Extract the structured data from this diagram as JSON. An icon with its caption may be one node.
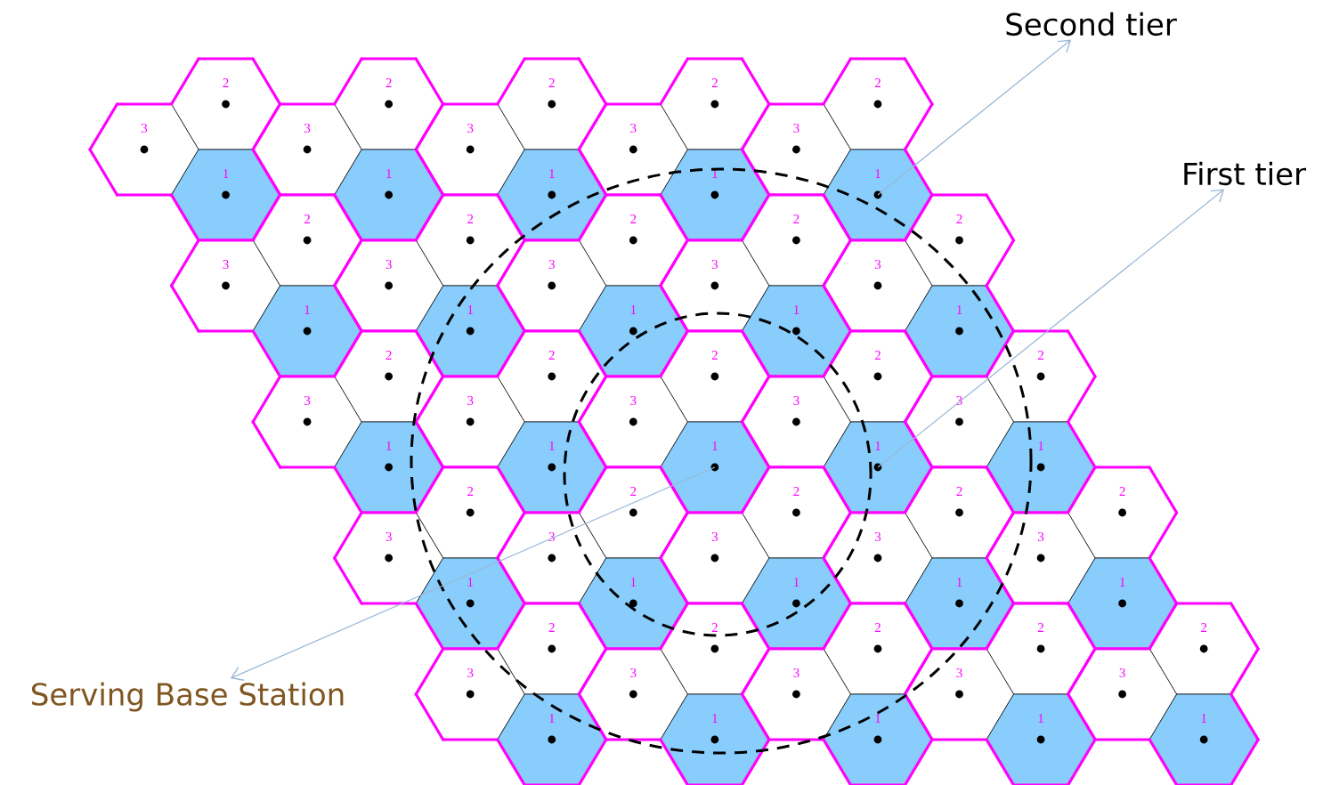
{
  "diagram": {
    "nodes": [
      {
        "text": [
          "Second tier"
        ]
      },
      {
        "text": [
          "First tier"
        ]
      },
      {
        "text": [
          "2"
        ]
      },
      {
        "text": [
          "2"
        ]
      },
      {
        "text": [
          "2"
        ]
      },
      {
        "text": [
          "2"
        ]
      },
      {
        "text": [
          "2"
        ]
      },
      {
        "text": [
          "3"
        ]
      },
      {
        "text": [
          "3"
        ]
      },
      {
        "text": [
          "3"
        ]
      },
      {
        "text": [
          "3"
        ]
      },
      {
        "text": [
          "3"
        ]
      },
      {
        "text": [
          "1"
        ]
      },
      {
        "text": [
          "1"
        ]
      },
      {
        "text": [
          "1"
        ]
      },
      {
        "text": [
          "1"
        ]
      },
      {
        "text": [
          "1"
        ]
      },
      {
        "text": [
          "2"
        ]
      },
      {
        "text": [
          "2"
        ]
      },
      {
        "text": [
          "2"
        ]
      },
      {
        "text": [
          "2"
        ]
      },
      {
        "text": [
          "2"
        ]
      },
      {
        "text": [
          "3"
        ]
      },
      {
        "text": [
          "3"
        ]
      },
      {
        "text": [
          "3"
        ]
      },
      {
        "text": [
          "3"
        ]
      },
      {
        "text": [
          "3"
        ]
      },
      {
        "text": [
          "1"
        ]
      },
      {
        "text": [
          "1"
        ]
      },
      {
        "text": [
          "1"
        ]
      },
      {
        "text": [
          "1"
        ]
      },
      {
        "text": [
          "1"
        ]
      },
      {
        "text": [
          "2"
        ]
      },
      {
        "text": [
          "2"
        ]
      },
      {
        "text": [
          "2"
        ]
      },
      {
        "text": [
          "2"
        ]
      },
      {
        "text": [
          "2"
        ]
      },
      {
        "text": [
          "3"
        ]
      },
      {
        "text": [
          "3"
        ]
      },
      {
        "text": [
          "3"
        ]
      },
      {
        "text": [
          "3"
        ]
      },
      {
        "text": [
          "3"
        ]
      },
      {
        "text": [
          "1"
        ]
      },
      {
        "text": [
          "1"
        ]
      },
      {
        "text": [
          "1"
        ]
      },
      {
        "text": [
          "1"
        ]
      },
      {
        "text": [
          "1"
        ]
      },
      {
        "text": [
          "2"
        ]
      },
      {
        "text": [
          "2"
        ]
      },
      {
        "text": [
          "2"
        ]
      },
      {
        "text": [
          "2"
        ]
      },
      {
        "text": [
          "2"
        ]
      },
      {
        "text": [
          "3"
        ]
      },
      {
        "text": [
          "3"
        ]
      },
      {
        "text": [
          "3"
        ]
      },
      {
        "text": [
          "3"
        ]
      },
      {
        "text": [
          "3"
        ]
      },
      {
        "text": [
          "1"
        ]
      },
      {
        "text": [
          "1"
        ]
      },
      {
        "text": [
          "1"
        ]
      },
      {
        "text": [
          "1"
        ]
      },
      {
        "text": [
          "1"
        ]
      },
      {
        "text": [
          "2"
        ]
      },
      {
        "text": [
          "2"
        ]
      },
      {
        "text": [
          "2"
        ]
      },
      {
        "text": [
          "2"
        ]
      },
      {
        "text": [
          "2"
        ]
      },
      {
        "text": [
          "3"
        ]
      },
      {
        "text": [
          "3"
        ]
      },
      {
        "text": [
          "3"
        ]
      },
      {
        "text": [
          "3"
        ]
      },
      {
        "text": [
          "3"
        ]
      },
      {
        "text": [
          "1"
        ]
      },
      {
        "text": [
          "1"
        ]
      },
      {
        "text": [
          "1"
        ]
      },
      {
        "text": [
          "1"
        ]
      },
      {
        "text": [
          "1"
        ]
      },
      {
        "text": [
          "Serving Base Station"
        ]
      }
    ],
    "edges": [
      {
        "from": 16,
        "to": 0,
        "arrow": "to"
      },
      {
        "from": 45,
        "to": 1,
        "arrow": "to"
      },
      {
        "from": 44,
        "to": 77,
        "arrow": "to"
      }
    ]
  }
}
